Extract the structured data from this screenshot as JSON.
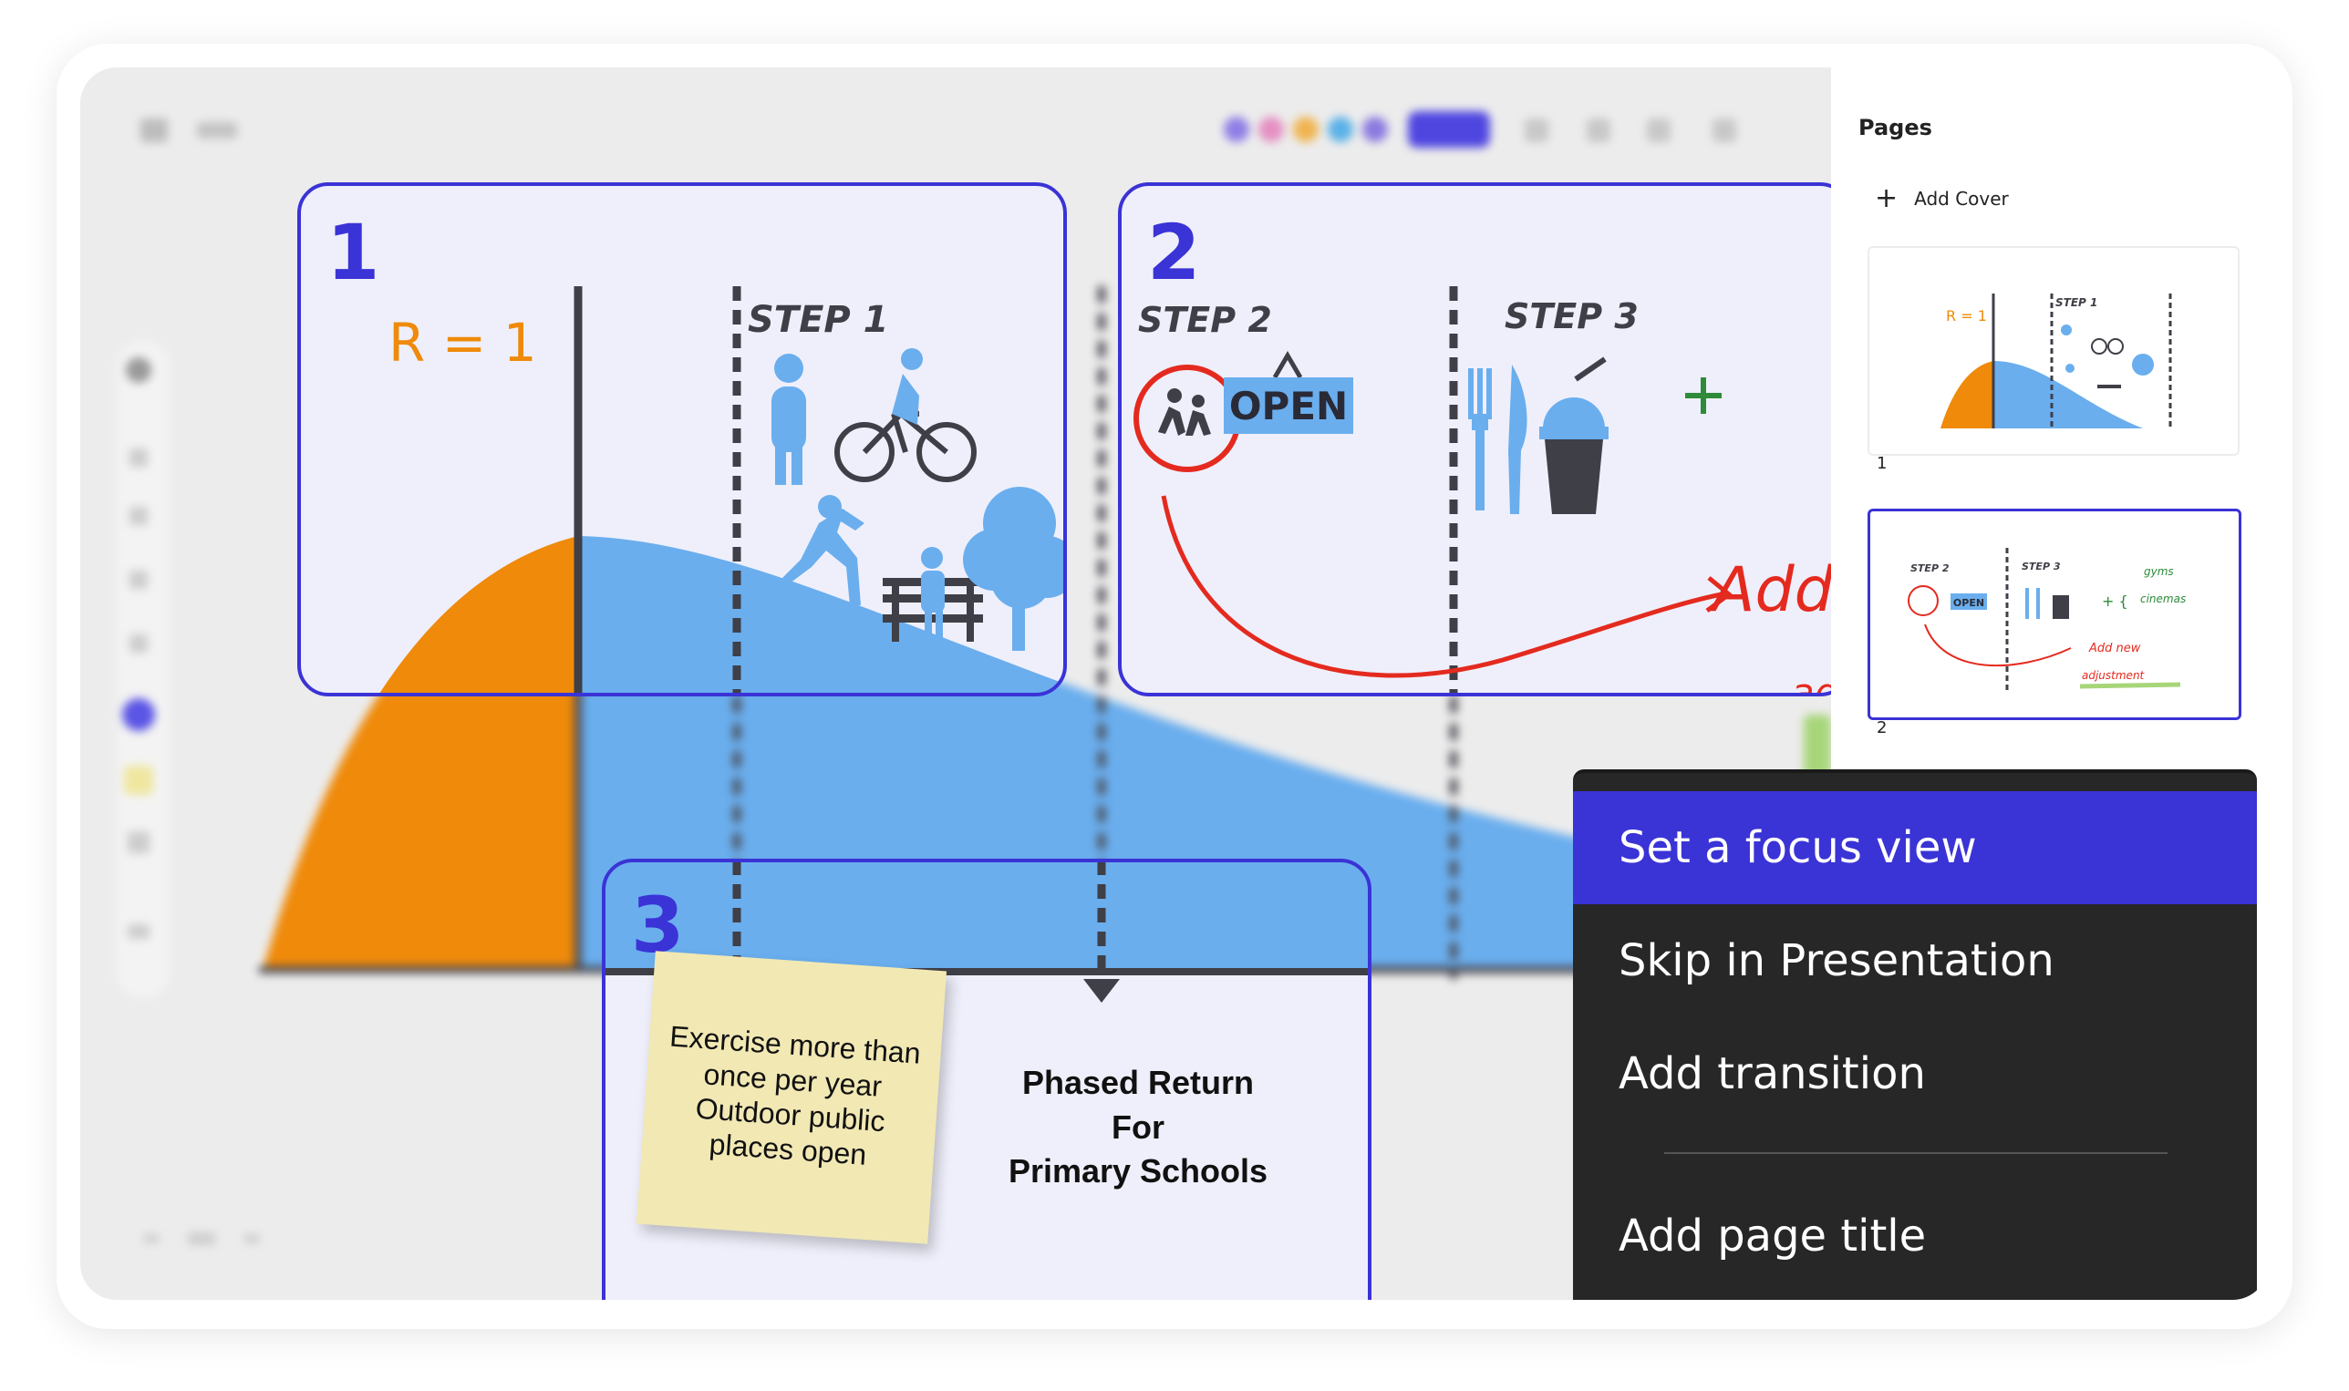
{
  "toolbar": {
    "swatch_colors": [
      "#8e7ee6",
      "#e58fc2",
      "#f0b450",
      "#5ab1e8",
      "#8a7ae0"
    ],
    "accent": "#3a33d6"
  },
  "frames": [
    {
      "number": "1",
      "step_label": "STEP 1",
      "formula": "R = 1"
    },
    {
      "number": "2",
      "step_labels": [
        "STEP 2",
        "STEP 3"
      ],
      "open_sign": "OPEN",
      "handwriting": "Add",
      "handwriting2": "adjust"
    },
    {
      "number": "3"
    }
  ],
  "sticky_note": {
    "text": "Exercise more than once per year Outdoor public places open"
  },
  "frame3_text": {
    "line1": "Phased Return For",
    "line2": "Primary Schools"
  },
  "pages_panel": {
    "title": "Pages",
    "add_cover": "Add Cover",
    "thumbs": [
      {
        "number": "1",
        "step_label": "STEP 1",
        "formula": "R = 1"
      },
      {
        "number": "2",
        "step2": "STEP 2",
        "step3": "STEP 3",
        "open": "OPEN",
        "gyms": "gyms",
        "cinemas": "cinemas",
        "add_new": "Add new",
        "adjustment": "adjustment"
      }
    ]
  },
  "context_menu": {
    "items": [
      "Set a focus view",
      "Skip in Presentation",
      "Add transition",
      "Add page title"
    ]
  },
  "colors": {
    "orange": "#ef8a0a",
    "blue": "#6aaeee",
    "frame_border": "#3a33d6",
    "red": "#e42a1f",
    "green": "#2e8b3a"
  }
}
